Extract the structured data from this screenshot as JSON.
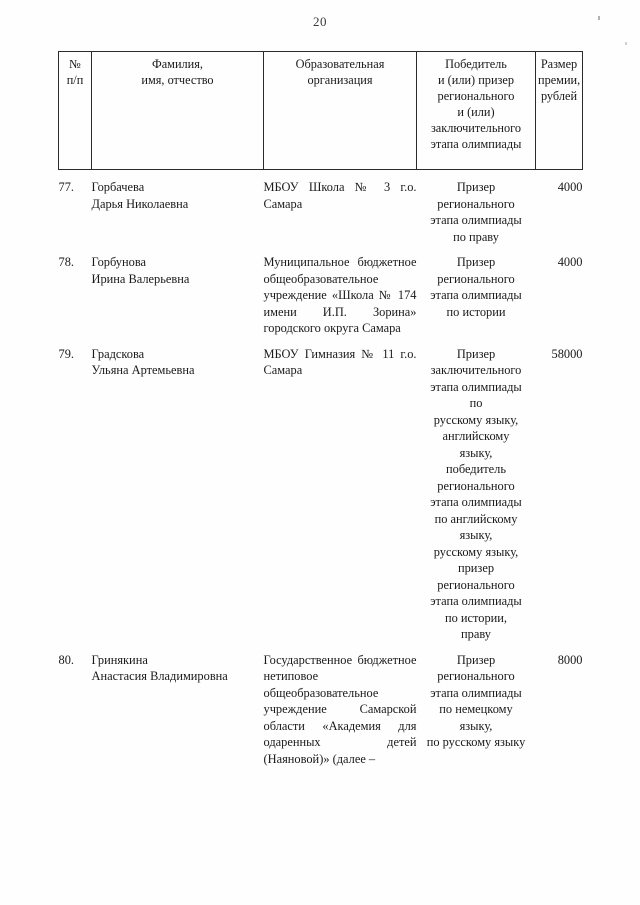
{
  "page": {
    "number": "20"
  },
  "table": {
    "headers": {
      "num": "№\nп/п",
      "num_line1": "№",
      "num_line2": "п/п",
      "name": "Фамилия,\nимя, отчество",
      "name_line1": "Фамилия,",
      "name_line2": "имя, отчество",
      "org_line1": "Образовательная",
      "org_line2": "организация",
      "achievement_line1": "Победитель",
      "achievement_line2": "и (или) призер",
      "achievement_line3": "регионального",
      "achievement_line4": "и (или)",
      "achievement_line5": "заключительного",
      "achievement_line6": "этапа олимпиады",
      "prize_line1": "Размер",
      "prize_line2": "премии,",
      "prize_line3": "рублей"
    },
    "rows": [
      {
        "num": "77.",
        "name_line1": "Горбачева",
        "name_line2": "Дарья Николаевна",
        "org": "МБОУ Школа № 3 г.о. Самара",
        "achievement_lines": [
          "Призер",
          "регионального",
          "этапа олимпиады",
          "по праву"
        ],
        "prize": "4000"
      },
      {
        "num": "78.",
        "name_line1": "Горбунова",
        "name_line2": "Ирина Валерьевна",
        "org": "Муниципальное бюджетное общеобразовательное учреждение «Школа № 174 имени И.П. Зорина» городского округа Самара",
        "achievement_lines": [
          "Призер",
          "регионального",
          "этапа олимпиады",
          "по истории"
        ],
        "prize": "4000"
      },
      {
        "num": "79.",
        "name_line1": "Градскова",
        "name_line2": "Ульяна Артемьевна",
        "org": "МБОУ Гимназия № 11 г.о. Самара",
        "achievement_lines": [
          "Призер",
          "заключительного",
          "этапа олимпиады",
          "по",
          "русскому языку,",
          "английскому",
          "языку,",
          "победитель",
          "регионального",
          "этапа олимпиады",
          "по английскому",
          "языку,",
          "русскому языку,",
          "призер",
          "регионального",
          "этапа олимпиады",
          "по истории,",
          "праву"
        ],
        "prize": "58000"
      },
      {
        "num": "80.",
        "name_line1": "Гринякина",
        "name_line2": "Анастасия Владимировна",
        "org": "Государственное бюджетное нетиповое общеобразовательное учреждение Самарской области «Академия для одаренных детей (Наяновой)» (далее –",
        "achievement_lines": [
          "Призер",
          "регионального",
          "этапа олимпиады",
          "по немецкому",
          "языку,",
          "по русскому языку"
        ],
        "prize": "8000"
      }
    ]
  }
}
